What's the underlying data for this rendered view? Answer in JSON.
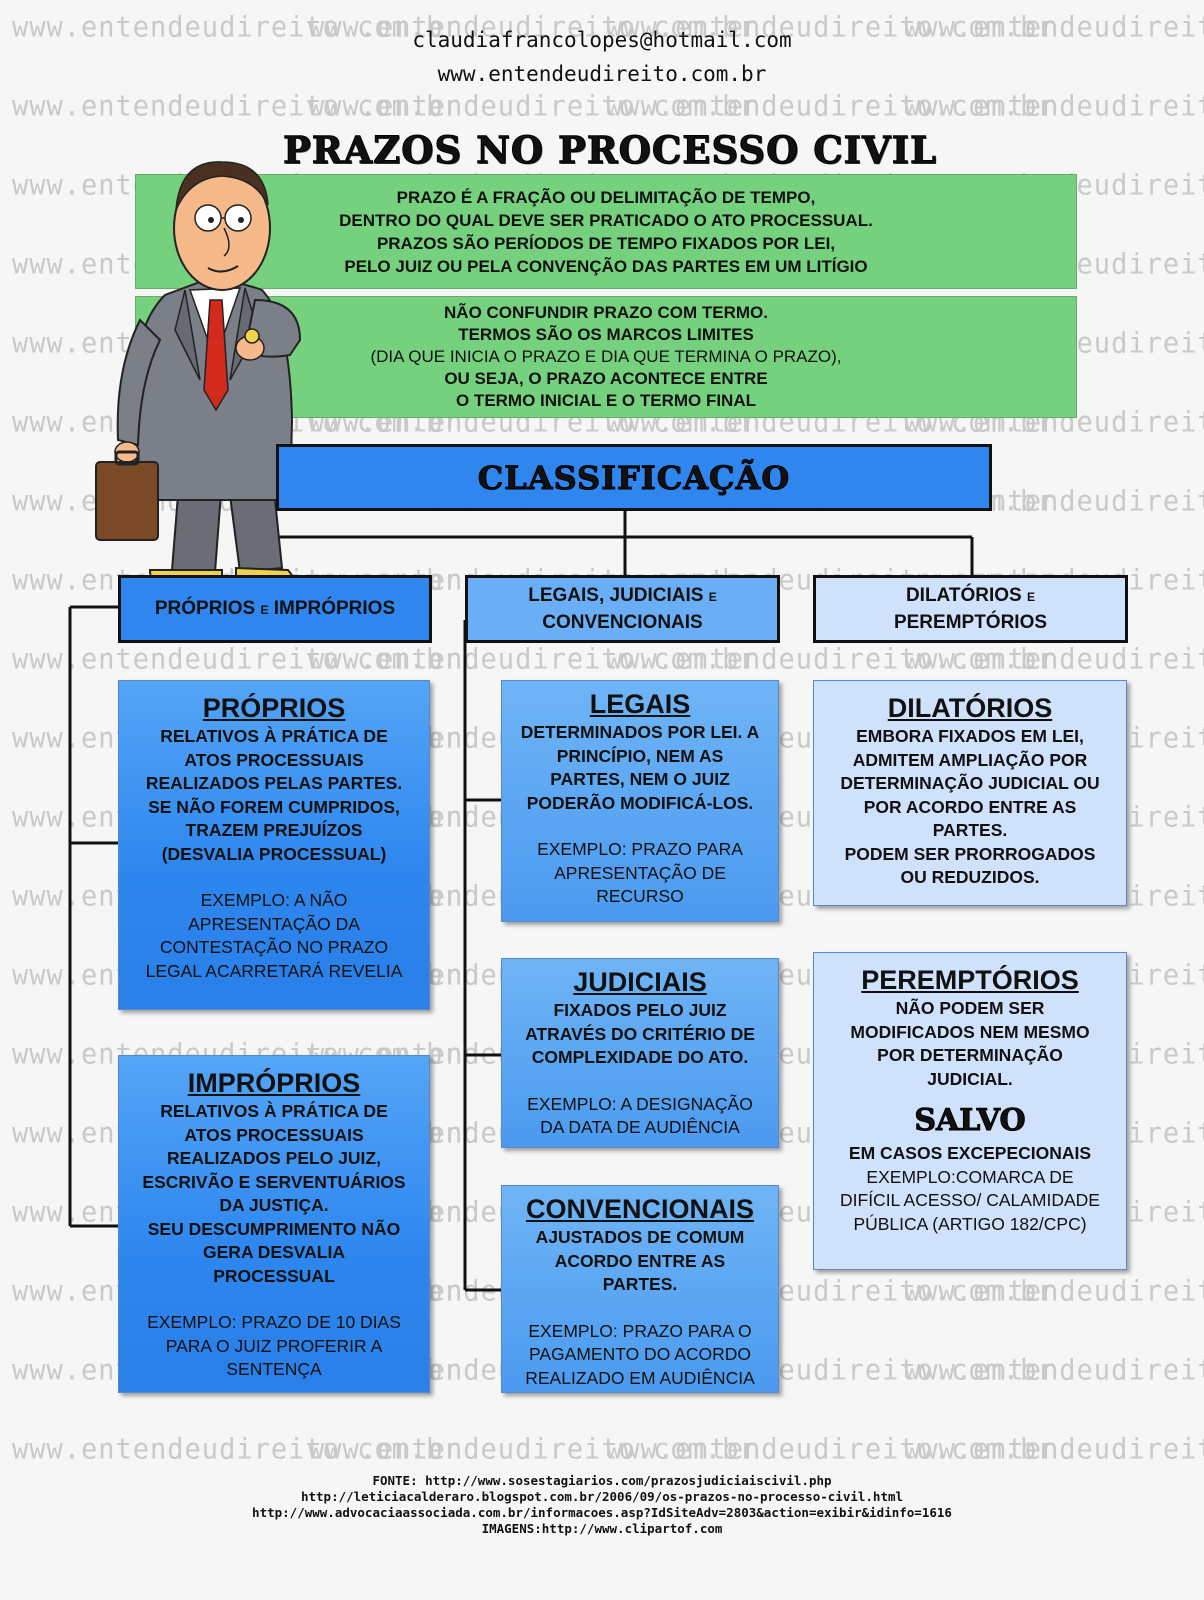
{
  "header": {
    "email": "claudiafrancolopes@hotmail.com",
    "website": "www.entendeudireito.com.br"
  },
  "watermark": {
    "text": "www.entendeudireito.com.br"
  },
  "title": "PRAZOS NO PROCESSO CIVIL",
  "definition": {
    "lines": [
      "PRAZO É A FRAÇÃO OU DELIMITAÇÃO DE TEMPO,",
      "DENTRO DO QUAL DEVE SER PRATICADO O ATO PROCESSUAL.",
      "PRAZOS SÃO PERÍODOS DE TEMPO FIXADOS POR LEI,",
      "PELO JUIZ OU PELA CONVENÇÃO DAS PARTES EM UM LITÍGIO"
    ]
  },
  "termo": {
    "lines": [
      "NÃO CONFUNDIR PRAZO COM TERMO.",
      "TERMOS SÃO OS MARCOS LIMITES",
      "(DIA QUE INICIA O PRAZO E DIA QUE TERMINA O PRAZO),",
      "OU SEJA, O PRAZO ACONTECE ENTRE",
      "O TERMO INICIAL E O TERMO FINAL"
    ]
  },
  "classificacao": "CLASSIFICAÇÃO",
  "categories": [
    {
      "a": "PRÓPRIOS",
      "e": "E",
      "b": "IMPRÓPRIOS"
    },
    {
      "a": "LEGAIS, JUDICIAIS",
      "e": "E",
      "b": "CONVENCIONAIS"
    },
    {
      "a": "DILATÓRIOS",
      "e": "E",
      "b": "PEREMPTÓRIOS"
    }
  ],
  "proprios": {
    "title": "PRÓPRIOS",
    "bold": [
      "RELATIVOS À PRÁTICA DE",
      "ATOS PROCESSUAIS",
      "REALIZADOS PELAS PARTES.",
      "SE NÃO FOREM CUMPRIDOS,",
      "TRAZEM PREJUÍZOS",
      "(DESVALIA PROCESSUAL)"
    ],
    "example": [
      "EXEMPLO: A NÃO",
      "APRESENTAÇÃO DA",
      "CONTESTAÇÃO NO PRAZO",
      "LEGAL ACARRETARÁ REVELIA"
    ]
  },
  "improprios": {
    "title": "IMPRÓPRIOS",
    "bold": [
      "RELATIVOS À PRÁTICA DE",
      "ATOS PROCESSUAIS",
      "REALIZADOS PELO JUIZ,",
      "ESCRIVÃO E SERVENTUÁRIOS",
      "DA JUSTIÇA.",
      "SEU DESCUMPRIMENTO NÃO",
      "GERA DESVALIA",
      "PROCESSUAL"
    ],
    "example": [
      "EXEMPLO: PRAZO DE 10 DIAS",
      "PARA O JUIZ PROFERIR A",
      "SENTENÇA"
    ]
  },
  "legais": {
    "title": "LEGAIS",
    "bold": [
      "DETERMINADOS POR LEI. A",
      "PRINCÍPIO, NEM AS",
      "PARTES, NEM O JUIZ",
      "PODERÃO MODIFICÁ-LOS."
    ],
    "example": [
      "EXEMPLO: PRAZO PARA",
      "APRESENTAÇÃO DE",
      "RECURSO"
    ]
  },
  "judiciais": {
    "title": "JUDICIAIS",
    "bold": [
      "FIXADOS PELO JUIZ",
      "ATRAVÉS DO CRITÉRIO DE",
      "COMPLEXIDADE DO ATO."
    ],
    "example": [
      "EXEMPLO: A DESIGNAÇÃO",
      "DA DATA DE AUDIÊNCIA"
    ]
  },
  "convencionais": {
    "title": "CONVENCIONAIS",
    "bold": [
      "AJUSTADOS DE COMUM",
      "ACORDO ENTRE AS",
      "PARTES."
    ],
    "example": [
      "EXEMPLO: PRAZO PARA O",
      "PAGAMENTO DO ACORDO",
      "REALIZADO EM AUDIÊNCIA"
    ]
  },
  "dilatorios": {
    "title": "DILATÓRIOS",
    "bold": [
      "EMBORA FIXADOS EM LEI,",
      "ADMITEM AMPLIAÇÃO POR",
      "DETERMINAÇÃO JUDICIAL OU",
      "POR ACORDO ENTRE AS",
      "PARTES.",
      "PODEM SER PRORROGADOS",
      "OU REDUZIDOS."
    ]
  },
  "peremptorios": {
    "title": "PEREMPTÓRIOS",
    "bold": [
      "NÃO PODEM SER",
      "MODIFICADOS NEM MESMO",
      "POR DETERMINAÇÃO",
      "JUDICIAL."
    ],
    "salvo": "SALVO",
    "salvo_bold": "EM CASOS EXCEPECIONAIS",
    "example": [
      "EXEMPLO:COMARCA DE",
      "DIFÍCIL ACESSO/ CALAMIDADE",
      "PÚBLICA (ARTIGO 182/CPC)"
    ]
  },
  "sources": [
    "FONTE: http://www.sosestagiarios.com/prazosjudiciaiscivil.php",
    "http://leticiacalderaro.blogspot.com.br/2006/09/os-prazos-no-processo-civil.html",
    "http://www.advocaciaassociada.com.br/informacoes.asp?IdSiteAdv=2803&action=exibir&idinfo=1616",
    "IMAGENS:http://www.clipartof.com"
  ],
  "colors": {
    "green": "#76d17e",
    "blue_dark": "#2f86ef",
    "blue_mid": "#6aaef5",
    "blue_light": "#cfe1fb",
    "watermark": "#c9c9c9"
  },
  "illustration": "businessman-checking-watch-icon"
}
